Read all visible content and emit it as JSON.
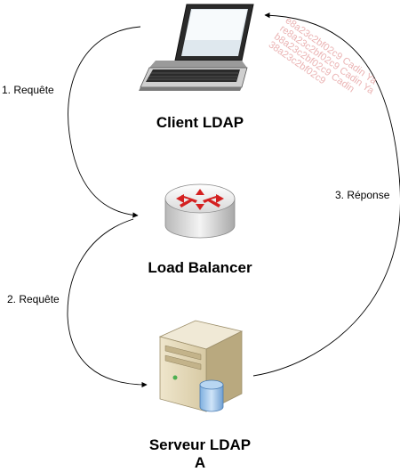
{
  "nodes": {
    "client": {
      "label": "Client LDAP",
      "icon": "laptop-icon"
    },
    "balancer": {
      "label": "Load Balancer",
      "icon": "router-icon"
    },
    "server": {
      "label_line1": "Serveur LDAP",
      "label_line2": "A",
      "icon": "server-icon"
    }
  },
  "edges": [
    {
      "from": "client",
      "to": "balancer",
      "label": "1. Requête"
    },
    {
      "from": "balancer",
      "to": "server",
      "label": "2. Requête"
    },
    {
      "from": "server",
      "to": "client",
      "label": "3. Réponse"
    }
  ],
  "watermark": "e8a23c2bf02c9 Cadin Ya\nre8a23c2bf02c9 Cadin Ya\nb8a23c2bf02c9 Cadin\n38a23c2bf02c9",
  "colors": {
    "arrow": "#000000",
    "router_arrows": "#d42020",
    "server_body": "#d9ccaa",
    "db": "#9ec4ea"
  }
}
